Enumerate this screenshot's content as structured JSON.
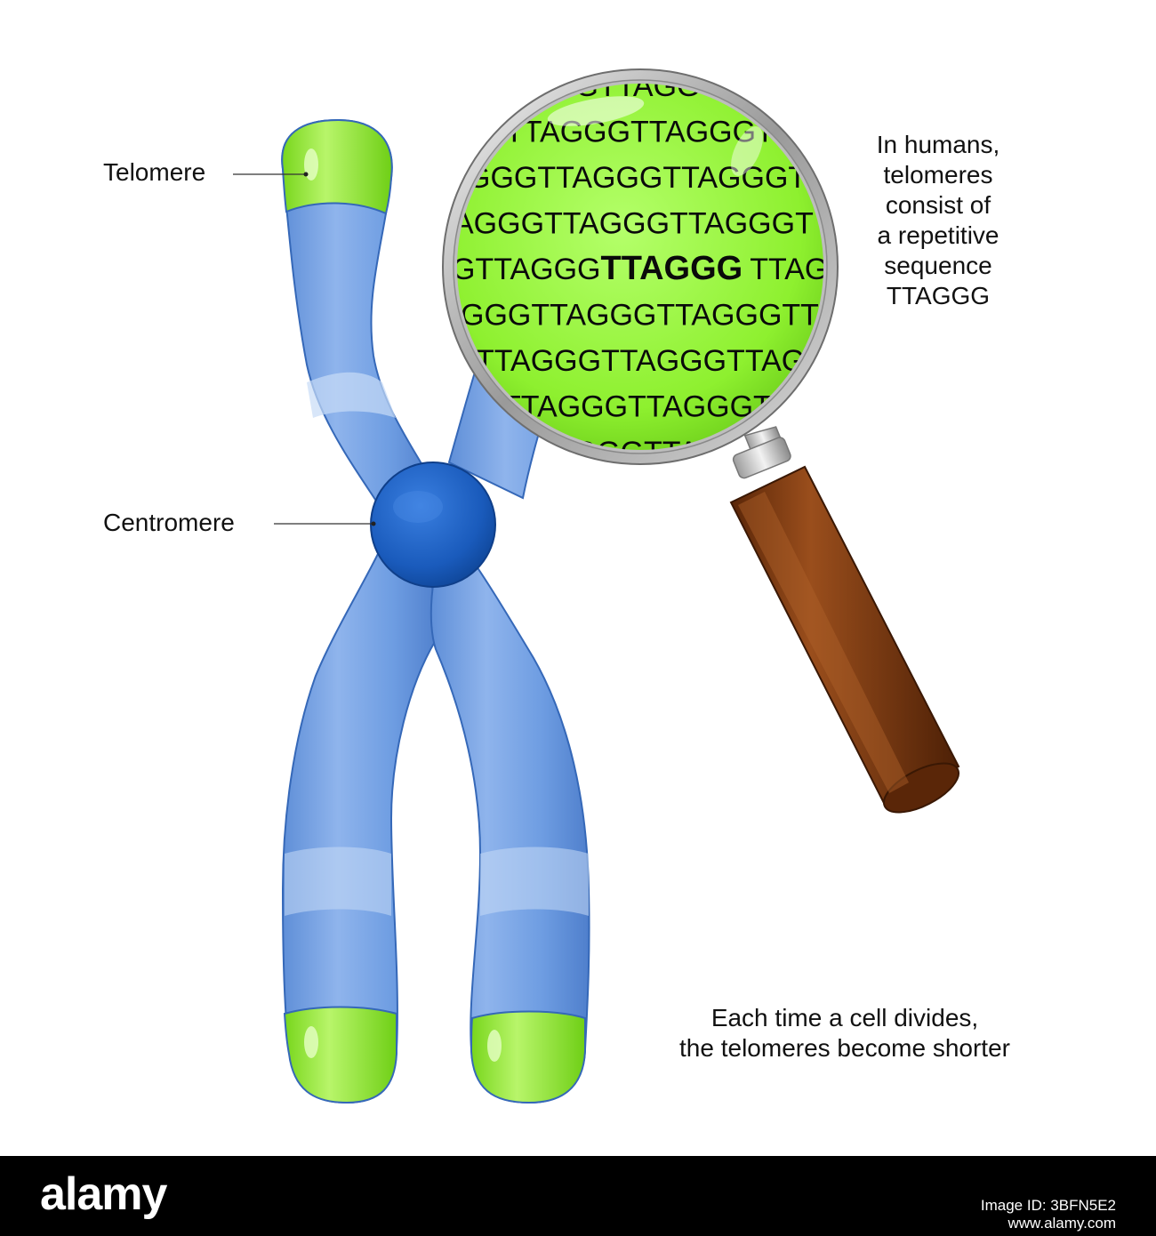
{
  "labels": {
    "telomere": "Telomere",
    "centromere": "Centromere"
  },
  "info_text": [
    "In humans,",
    "telomeres",
    "consist of",
    "a repetitive",
    "sequence",
    "TTAGGG"
  ],
  "caption": [
    "Each time a cell divides,",
    "the telomeres become shorter"
  ],
  "magnifier": {
    "sequence_lines": [
      "GGTTAGGG",
      "TTAGGGTTAGGGT",
      "GGGTTAGGGTTAGGGT",
      "AGGGTTAGGGTTAGGGT",
      "GTTAGGG",
      "GGGTTAGGGTTAGGGTT",
      "TTAGGGTTAGGGTTAG",
      "TTAGGGTTAGGGT",
      "AGGGTTA"
    ],
    "highlight_word": "TTAGGG",
    "highlight_tail": "TTAG"
  },
  "footer": {
    "brand": "alamy",
    "image_id_label": "Image ID: 3BFN5E2",
    "site": "www.alamy.com"
  },
  "colors": {
    "chromatid_blue": "#6f9de0",
    "chromatid_stroke": "#3568b8",
    "telomere_green": "#8ee82a",
    "centromere_blue": "#1e5fbf",
    "lens_green": "#8ef02f",
    "handle_brown": "#7a3a10"
  }
}
